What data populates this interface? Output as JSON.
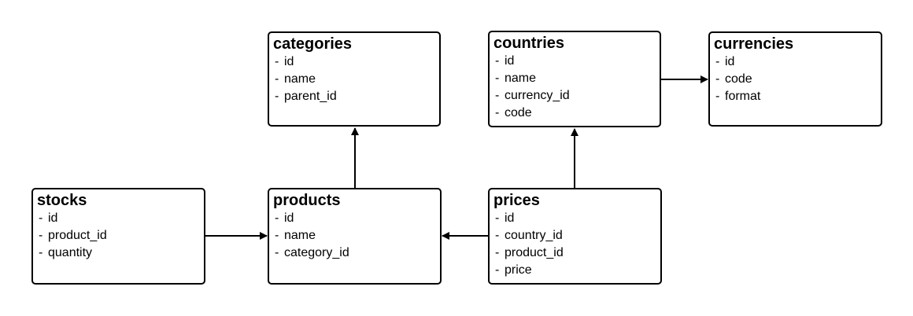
{
  "diagram": {
    "entities": {
      "categories": {
        "title": "categories",
        "fields": [
          "id",
          "name",
          "parent_id"
        ]
      },
      "countries": {
        "title": "countries",
        "fields": [
          "id",
          "name",
          "currency_id",
          "code"
        ]
      },
      "currencies": {
        "title": "currencies",
        "fields": [
          "id",
          "code",
          "format"
        ]
      },
      "stocks": {
        "title": "stocks",
        "fields": [
          "id",
          "product_id",
          "quantity"
        ]
      },
      "products": {
        "title": "products",
        "fields": [
          "id",
          "name",
          "category_id"
        ]
      },
      "prices": {
        "title": "prices",
        "fields": [
          "id",
          "country_id",
          "product_id",
          "price"
        ]
      }
    },
    "relationships": [
      {
        "from": "products",
        "to": "categories"
      },
      {
        "from": "prices",
        "to": "countries"
      },
      {
        "from": "countries",
        "to": "currencies"
      },
      {
        "from": "stocks",
        "to": "products"
      },
      {
        "from": "prices",
        "to": "products"
      }
    ],
    "colors": {
      "stroke": "#000000",
      "fill": "#ffffff",
      "text": "#000000"
    }
  }
}
